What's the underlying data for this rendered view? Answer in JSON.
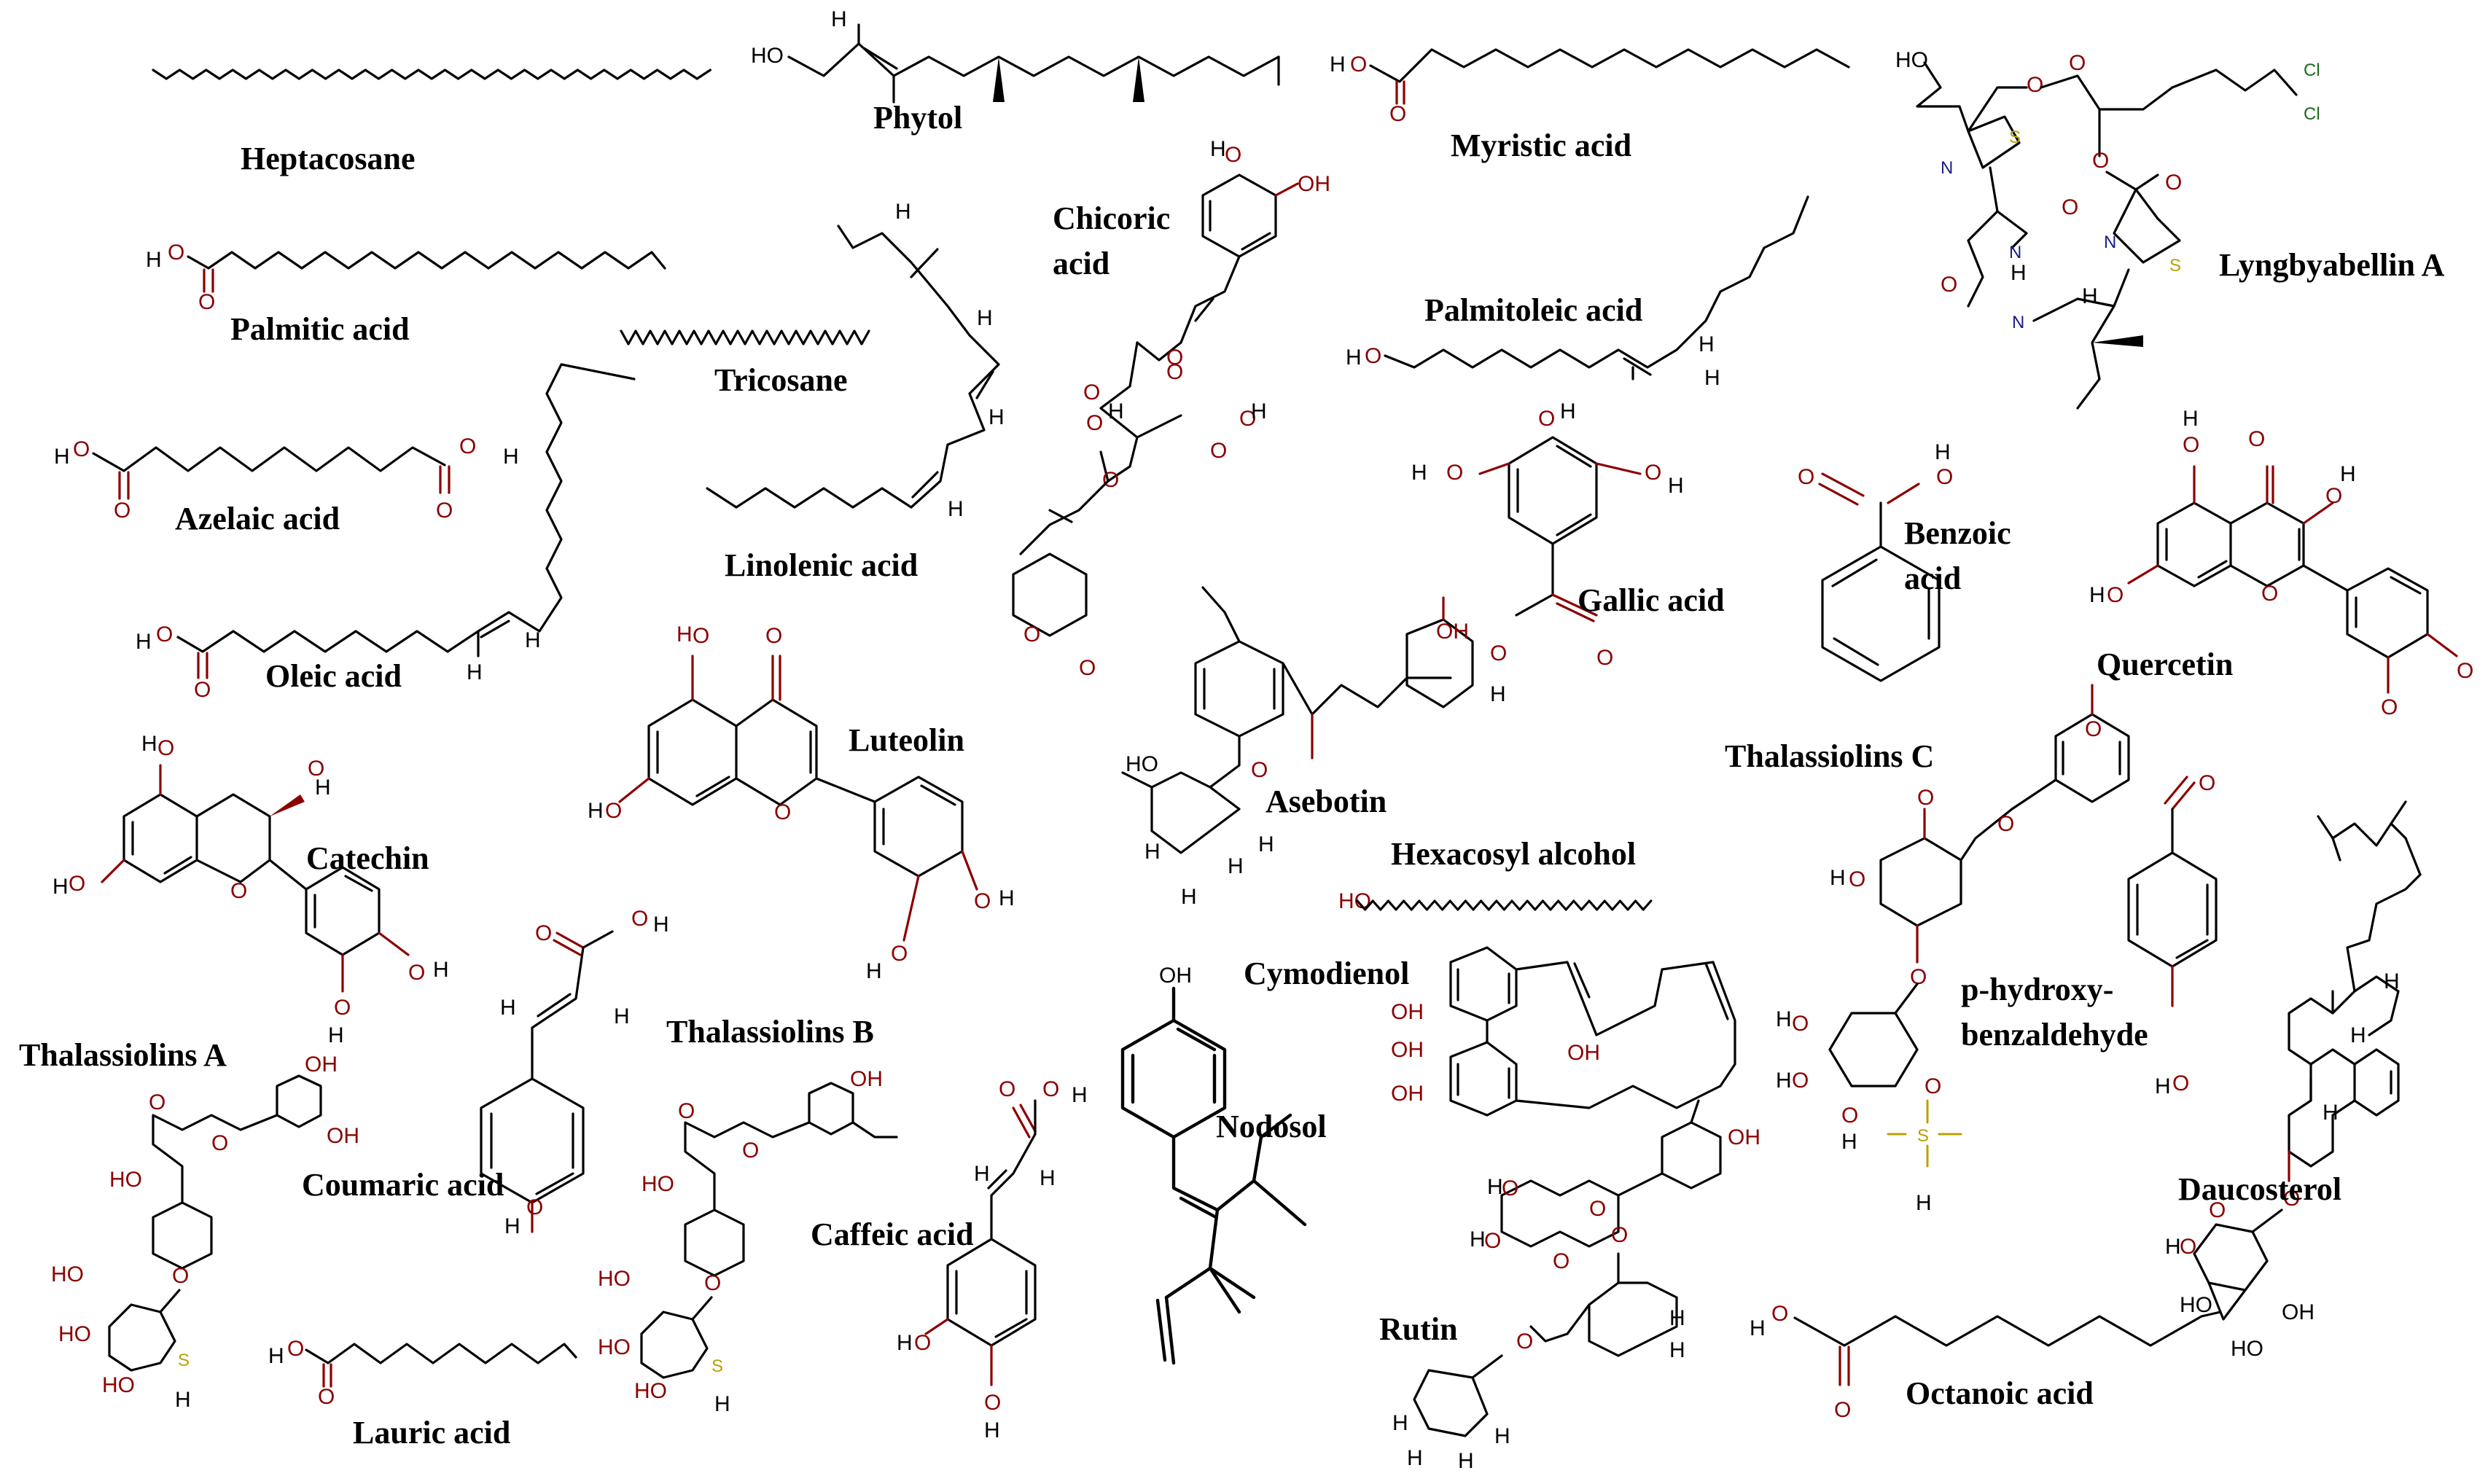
{
  "compounds": [
    {
      "id": "heptacosane",
      "name": "Heptacosane"
    },
    {
      "id": "phytol",
      "name": "Phytol"
    },
    {
      "id": "myristic",
      "name": "Myristic acid"
    },
    {
      "id": "lyngbyabellin",
      "name": "Lyngbyabellin A"
    },
    {
      "id": "palmitic",
      "name": "Palmitic acid"
    },
    {
      "id": "chicoric",
      "name": "Chicoric\nacid"
    },
    {
      "id": "palmitoleic",
      "name": "Palmitoleic acid"
    },
    {
      "id": "tricosane",
      "name": "Tricosane"
    },
    {
      "id": "azelaic",
      "name": "Azelaic acid"
    },
    {
      "id": "linolenic",
      "name": "Linolenic acid"
    },
    {
      "id": "gallic",
      "name": "Gallic acid"
    },
    {
      "id": "benzoic",
      "name": "Benzoic\nacid"
    },
    {
      "id": "quercetin",
      "name": "Quercetin"
    },
    {
      "id": "oleic",
      "name": "Oleic acid"
    },
    {
      "id": "luteolin",
      "name": "Luteolin"
    },
    {
      "id": "asebotin",
      "name": "Asebotin"
    },
    {
      "id": "thalassiolins_c",
      "name": "Thalassiolins C"
    },
    {
      "id": "catechin",
      "name": "Catechin"
    },
    {
      "id": "hexacosyl",
      "name": "Hexacosyl alcohol"
    },
    {
      "id": "cymodienol",
      "name": "Cymodienol"
    },
    {
      "id": "hydroxybenzaldehyde",
      "name": "p-hydroxy-\nbenzaldehyde"
    },
    {
      "id": "thalassiolins_a",
      "name": "Thalassiolins A"
    },
    {
      "id": "thalassiolins_b",
      "name": "Thalassiolins B"
    },
    {
      "id": "coumaric",
      "name": "Coumaric acid"
    },
    {
      "id": "nodosol",
      "name": "Nodosol"
    },
    {
      "id": "caffeic",
      "name": "Caffeic acid"
    },
    {
      "id": "daucosterol",
      "name": "Daucosterol"
    },
    {
      "id": "rutin",
      "name": "Rutin"
    },
    {
      "id": "lauric",
      "name": "Lauric acid"
    },
    {
      "id": "octanoic",
      "name": "Octanoic acid"
    }
  ],
  "atom_labels": {
    "O": "O",
    "OH": "OH",
    "HO": "HO",
    "H": "H",
    "N": "N",
    "S": "S",
    "Cl": "Cl"
  },
  "colors": {
    "bond": "#000000",
    "oxygen": "#8b0000",
    "sulfur": "#b8a000",
    "nitrogen": "#1a1a8a",
    "chlorine": "#1a6a1a"
  }
}
